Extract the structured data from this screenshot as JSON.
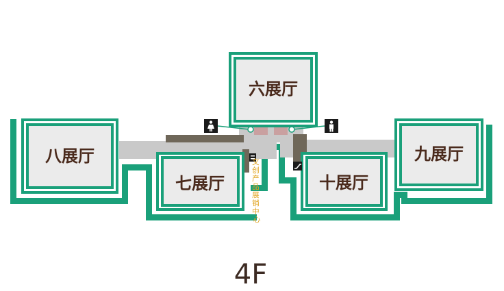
{
  "floor": {
    "label": "4F"
  },
  "halls": [
    {
      "id": "hall-6",
      "label": "六展厅"
    },
    {
      "id": "hall-7",
      "label": "七展厅"
    },
    {
      "id": "hall-8",
      "label": "八展厅"
    },
    {
      "id": "hall-9",
      "label": "九展厅"
    },
    {
      "id": "hall-10",
      "label": "十展厅"
    }
  ],
  "shop": {
    "label": "文创产品展销中心"
  },
  "icons": {
    "restroom_female": "female-restroom-icon",
    "restroom_male": "male-restroom-icon",
    "elevator": "elevator-icon",
    "escalator": "escalator-icon"
  },
  "colors": {
    "outline": "#1aa07a",
    "hall_fill": "#ebebeb",
    "corridor": "#c9c9c9",
    "wall_dark": "#6f6759",
    "pink": "#c9a0a0",
    "hall_text": "#4a2a1c",
    "shop_text": "#e0a21a",
    "floor_text": "#3c2a22"
  }
}
